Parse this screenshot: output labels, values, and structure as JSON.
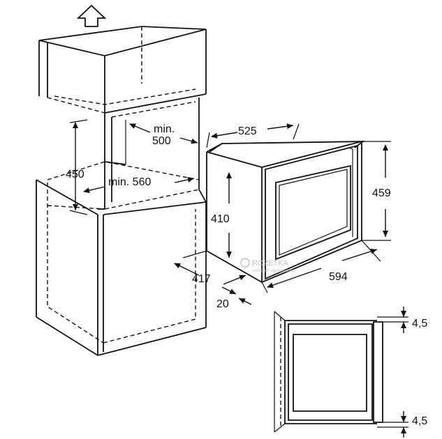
{
  "dimensions": {
    "cabinet": {
      "min_width_label": "min.",
      "min_width_value": "500",
      "niche_height": "450",
      "min_depth": "min. 560"
    },
    "oven": {
      "depth": "525",
      "height_body": "410",
      "height_front": "459",
      "width": "594",
      "depth_below": "417",
      "front_offset": "20"
    },
    "detail": {
      "gap_top": "4,5",
      "gap_bottom": "4,5"
    }
  },
  "watermark": {
    "brand": "ROZETKA",
    "tagline": "интернет супермаркет"
  }
}
